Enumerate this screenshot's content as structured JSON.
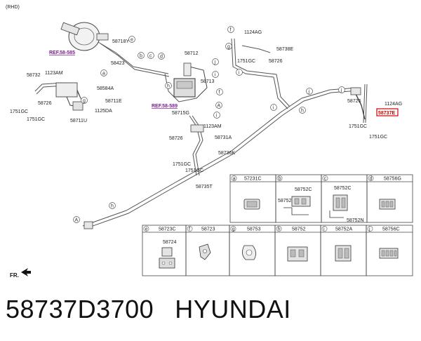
{
  "header": {
    "variant": "(RHD)"
  },
  "caption": {
    "part_number": "58737D3700",
    "brand": "HYUNDAI"
  },
  "direction": "FR.",
  "refs": {
    "ref1": "REF.58-585",
    "ref2": "REF.58-589"
  },
  "highlight": "58737E",
  "labels": {
    "l58718Y": "58718Y",
    "l58423": "58423",
    "l58712": "58712",
    "l58713": "58713",
    "l58715G": "58715G",
    "l58732": "58732",
    "l1123AM_a": "1123AM",
    "l58584A": "58584A",
    "l58711E": "58711E",
    "l58726_a": "58726",
    "l1751GC_a": "1751GC",
    "l1751GC_b": "1751GC",
    "l58711U": "58711U",
    "l1125DA": "1125DA",
    "l1124AG_a": "1124AG",
    "l58738E": "58738E",
    "l1751GC_c": "1751GC",
    "l58726_b": "58726",
    "l1124AG_b": "1124AG",
    "l58726_c": "58726",
    "l1751GC_d": "1751GC",
    "l1751GC_e": "1751GC",
    "l1123AM_b": "1123AM",
    "l58731A": "58731A",
    "l58726_d": "58726",
    "l58736K": "58736K",
    "l1751GC_f": "1751GC",
    "l1751GC_g": "1751GC",
    "l58735T": "58735T"
  },
  "table": {
    "row1": [
      {
        "letter": "a",
        "part": "57231C"
      },
      {
        "letter": "b",
        "part": ""
      },
      {
        "letter": "c",
        "part": ""
      },
      {
        "letter": "d",
        "part": "58756G"
      }
    ],
    "row1_extra": {
      "b1": "58752C",
      "b2": "58752G",
      "c1": "58752C",
      "c2": "58752N"
    },
    "row2": [
      {
        "letter": "e",
        "part": "58723C"
      },
      {
        "letter": "f",
        "part": "58723"
      },
      {
        "letter": "g",
        "part": "58753"
      },
      {
        "letter": "h",
        "part": "58752"
      },
      {
        "letter": "i",
        "part": "58752A"
      },
      {
        "letter": "j",
        "part": "58756C"
      }
    ],
    "row2_extra": {
      "e1": "58724"
    }
  },
  "circle_letters": {
    "c_e": "e",
    "c_b": "b",
    "c_c": "c",
    "c_d": "d",
    "c_a1": "a",
    "c_i1": "i",
    "c_j1": "j",
    "c_f1": "f",
    "c_g1": "g",
    "c_h1": "h",
    "c_i2": "i",
    "c_A1": "A",
    "c_f2": "f",
    "c_g2": "g",
    "c_i3": "i",
    "c_h2": "h",
    "c_i4": "i",
    "c_j2": "j",
    "c_h3": "h",
    "c_A2": "A",
    "c_j3": "j"
  }
}
